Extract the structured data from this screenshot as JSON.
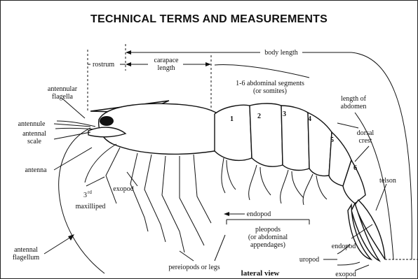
{
  "title": "TECHNICAL TERMS AND MEASUREMENTS",
  "measurements": {
    "rostrum": "rostrum",
    "carapace": [
      "carapace",
      "length"
    ],
    "body_length": "body length",
    "abdomen": [
      "length of",
      "abdomen"
    ]
  },
  "labels": {
    "antennular_flagella": [
      "antennular",
      "flagella"
    ],
    "antennule": "antennule",
    "antennal_scale": [
      "antennal",
      "scale"
    ],
    "antenna": "antenna",
    "maxilliped": [
      "3",
      "rd",
      "maxilliped"
    ],
    "exopod_leg": "exopod",
    "abdominal_segments": [
      "1-6 abdominal segments",
      "(or somites)"
    ],
    "dorsal_crest": [
      "dorsal",
      "crest"
    ],
    "telson": "telson",
    "endopod_pleopod": "endopod",
    "pleopods": [
      "pleopods",
      "(or abdominal",
      "appendages)"
    ],
    "endopod_uropod": "endopod",
    "uropod": "uropod",
    "exopod_uropod": "exopod",
    "antennal_flagellum": [
      "antennal",
      "flagellum"
    ],
    "pereiopods": "pereiopods or legs",
    "view": "lateral view"
  },
  "segments": [
    "1",
    "2",
    "3",
    "4",
    "5",
    "6"
  ]
}
